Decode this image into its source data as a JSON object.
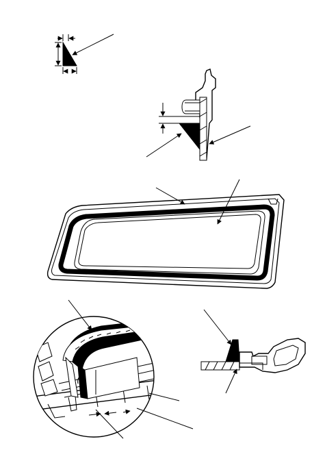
{
  "figure": {
    "panels": [
      {
        "id": "bead-profile",
        "label_text": ""
      },
      {
        "id": "bead-position-section",
        "label_text": ""
      },
      {
        "id": "glass-with-adhesive-bead",
        "label_text": ""
      },
      {
        "id": "bead-application-detail",
        "label_text": ""
      },
      {
        "id": "glass-edge-section",
        "label_text": ""
      }
    ],
    "colors": {
      "ink": "#000000",
      "paper": "#ffffff"
    }
  }
}
